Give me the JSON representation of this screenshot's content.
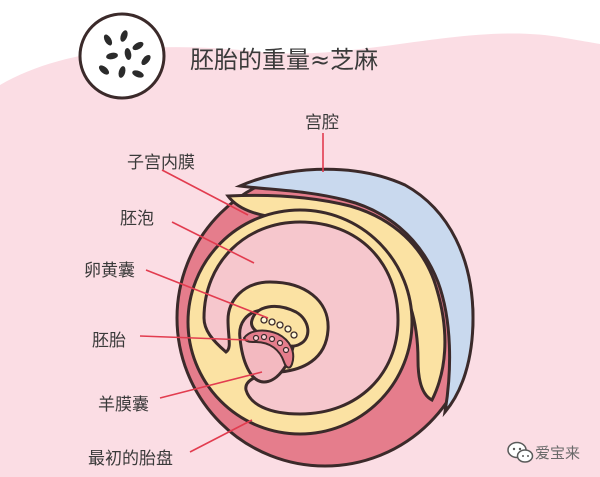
{
  "title": "胚胎的重量≈芝麻",
  "labels": {
    "uterine_cavity": "宫腔",
    "endometrium": "子宫内膜",
    "gestational_sac": "胚泡",
    "yolk_sac": "卵黄囊",
    "embryo": "胚胎",
    "amniotic_sac": "羊膜囊",
    "early_placenta": "最初的胎盘"
  },
  "watermark": "爱宝来",
  "colors": {
    "background_blob": "#fbdde4",
    "outer_ring": "#e57d8c",
    "cavity": "#c9d9ee",
    "yellow_layer": "#fbe2a3",
    "inner_sac": "#f6c7cd",
    "leader_line": "#e23c4f",
    "outline": "#3b2a2a"
  },
  "icons": {
    "sesame": "sesame-seeds-icon",
    "wechat": "wechat-icon"
  }
}
